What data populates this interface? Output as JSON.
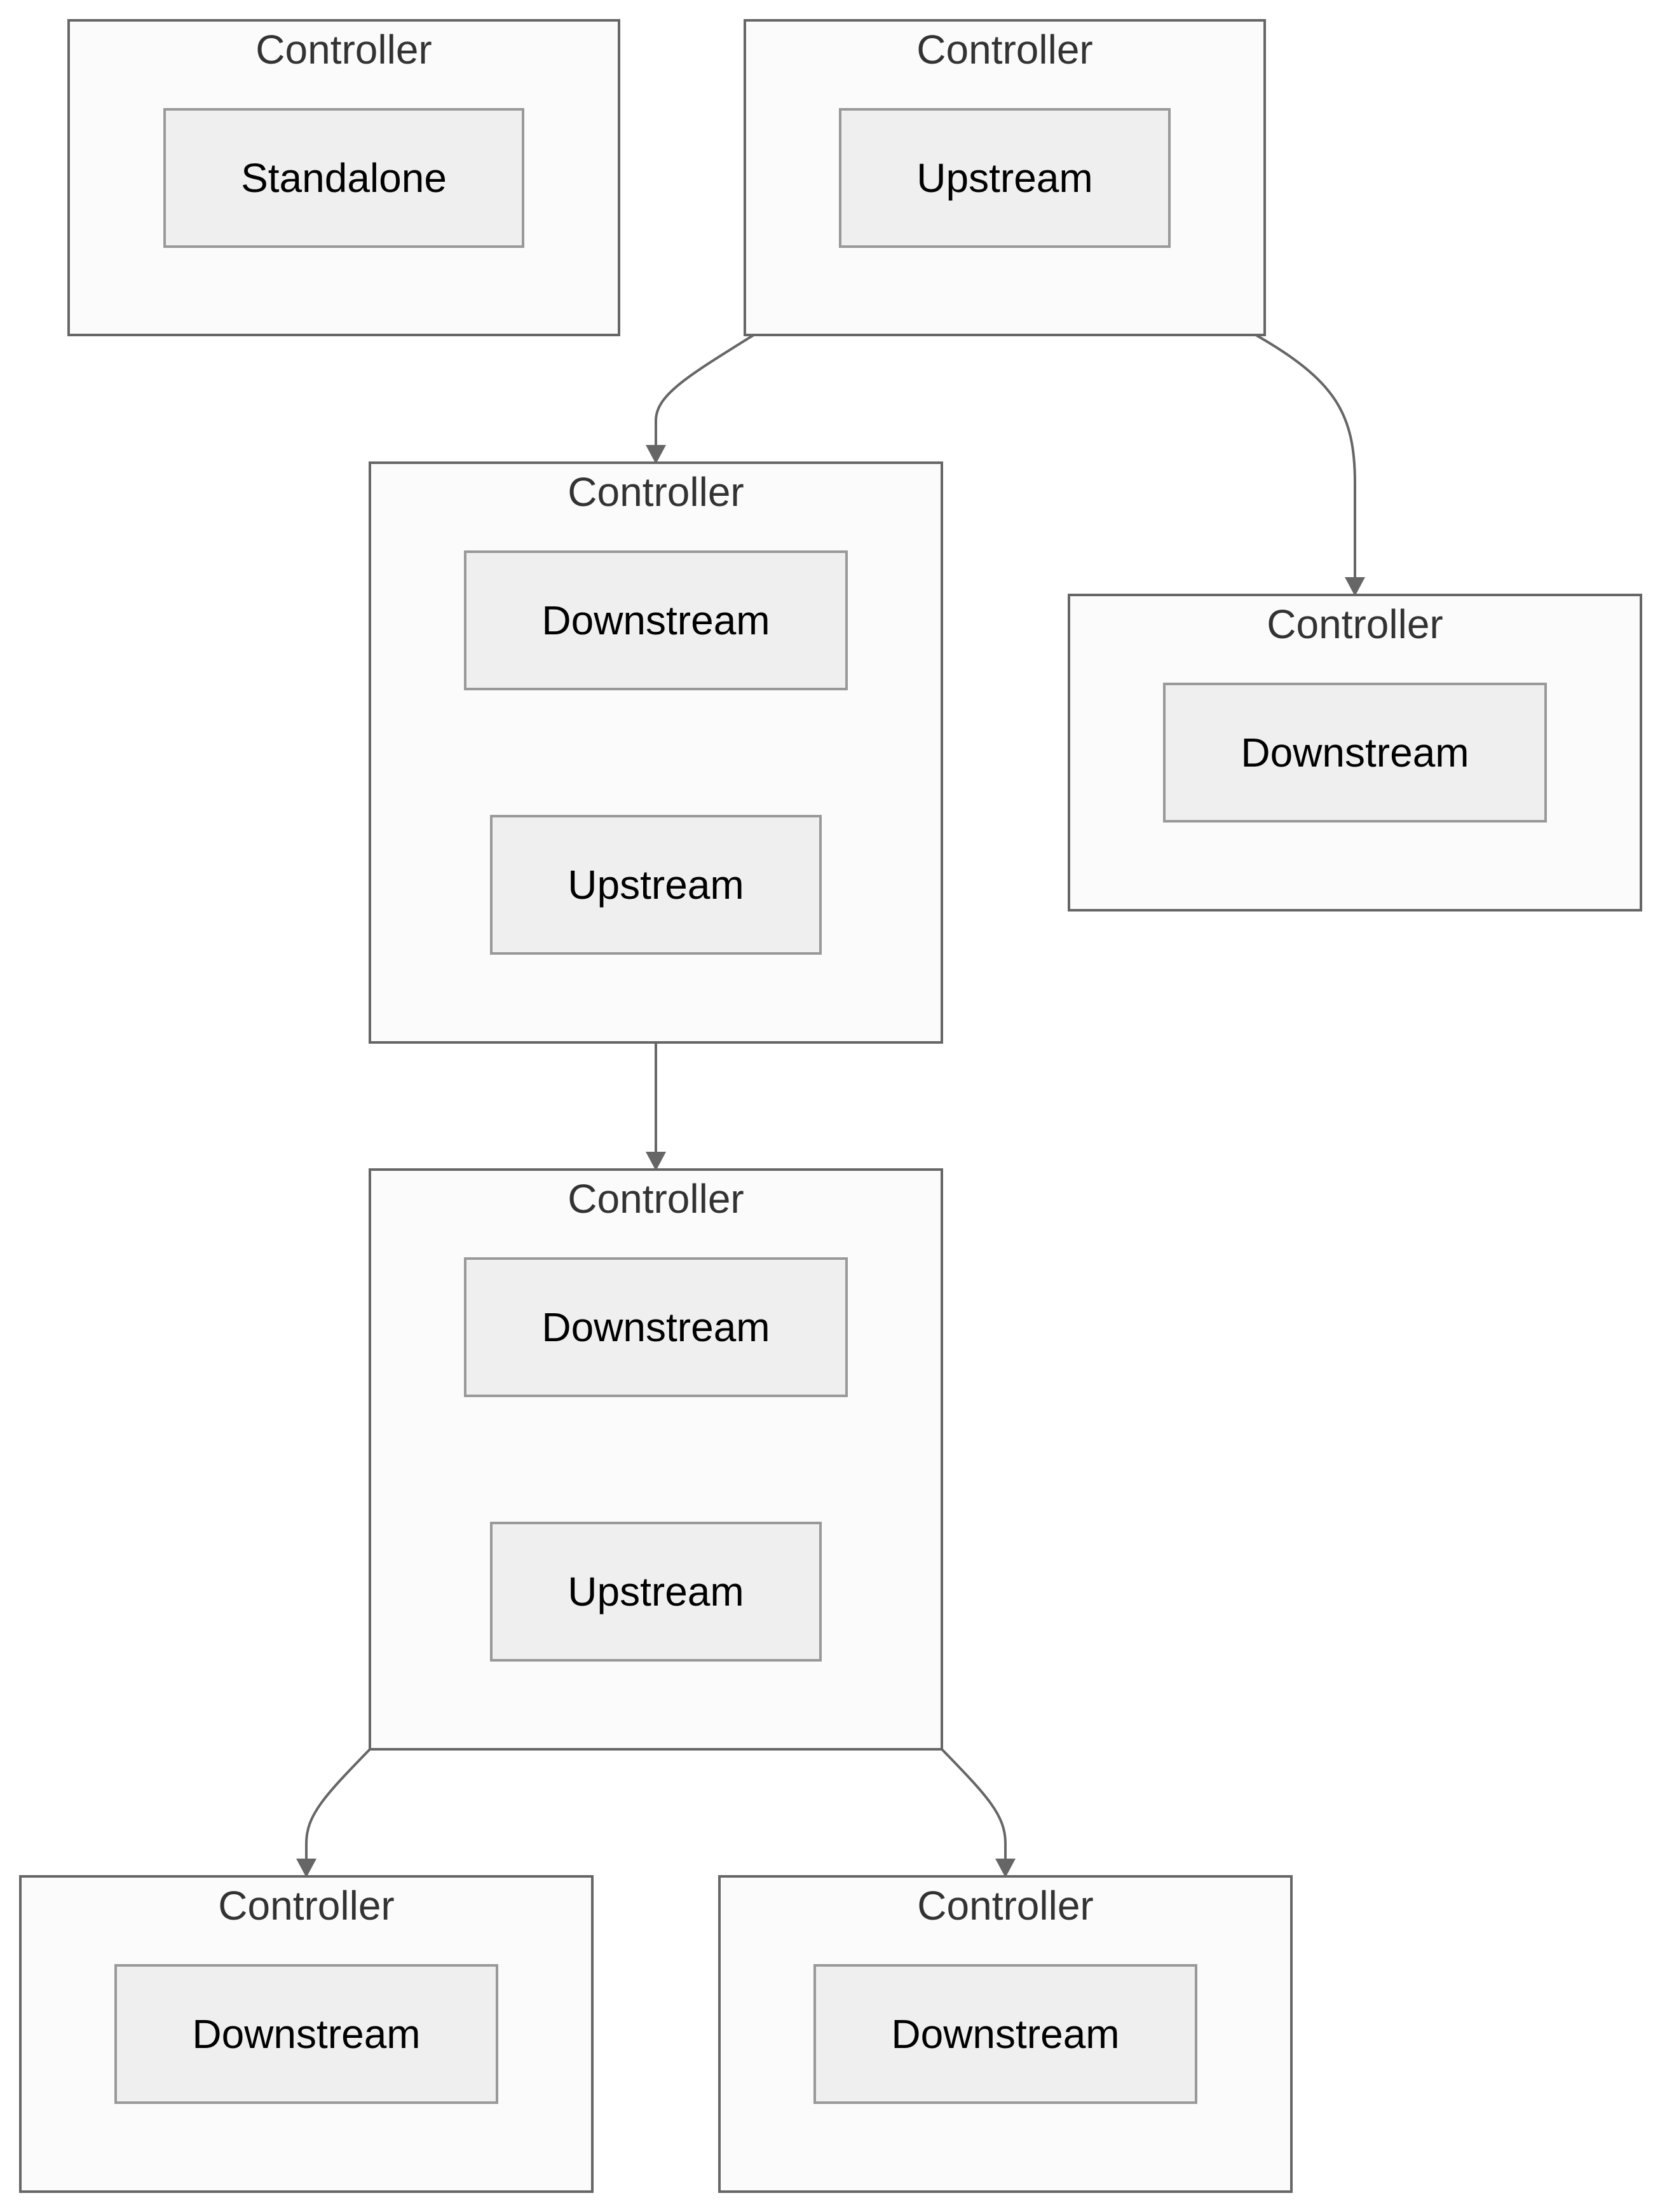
{
  "diagram": {
    "clusters": [
      {
        "id": "c1",
        "label": "Controller",
        "nodes": [
          {
            "id": "n1",
            "label": "Standalone"
          }
        ]
      },
      {
        "id": "c2",
        "label": "Controller",
        "nodes": [
          {
            "id": "n2",
            "label": "Upstream"
          }
        ]
      },
      {
        "id": "c3",
        "label": "Controller",
        "nodes": [
          {
            "id": "n3",
            "label": "Downstream"
          },
          {
            "id": "n4",
            "label": "Upstream"
          }
        ]
      },
      {
        "id": "c4",
        "label": "Controller",
        "nodes": [
          {
            "id": "n5",
            "label": "Downstream"
          }
        ]
      },
      {
        "id": "c5",
        "label": "Controller",
        "nodes": [
          {
            "id": "n6",
            "label": "Downstream"
          },
          {
            "id": "n7",
            "label": "Upstream"
          }
        ]
      },
      {
        "id": "c6",
        "label": "Controller",
        "nodes": [
          {
            "id": "n8",
            "label": "Downstream"
          }
        ]
      },
      {
        "id": "c7",
        "label": "Controller",
        "nodes": [
          {
            "id": "n9",
            "label": "Downstream"
          }
        ]
      }
    ],
    "edges": [
      {
        "from": "c2",
        "to": "c3"
      },
      {
        "from": "c2",
        "to": "c4"
      },
      {
        "from": "c3",
        "to": "c5"
      },
      {
        "from": "c5",
        "to": "c6"
      },
      {
        "from": "c5",
        "to": "c7"
      }
    ],
    "colors": {
      "cluster_fill": "#fbfbfb",
      "cluster_stroke": "#666666",
      "node_fill": "#efefef",
      "node_stroke": "#999999",
      "edge": "#666666"
    }
  }
}
